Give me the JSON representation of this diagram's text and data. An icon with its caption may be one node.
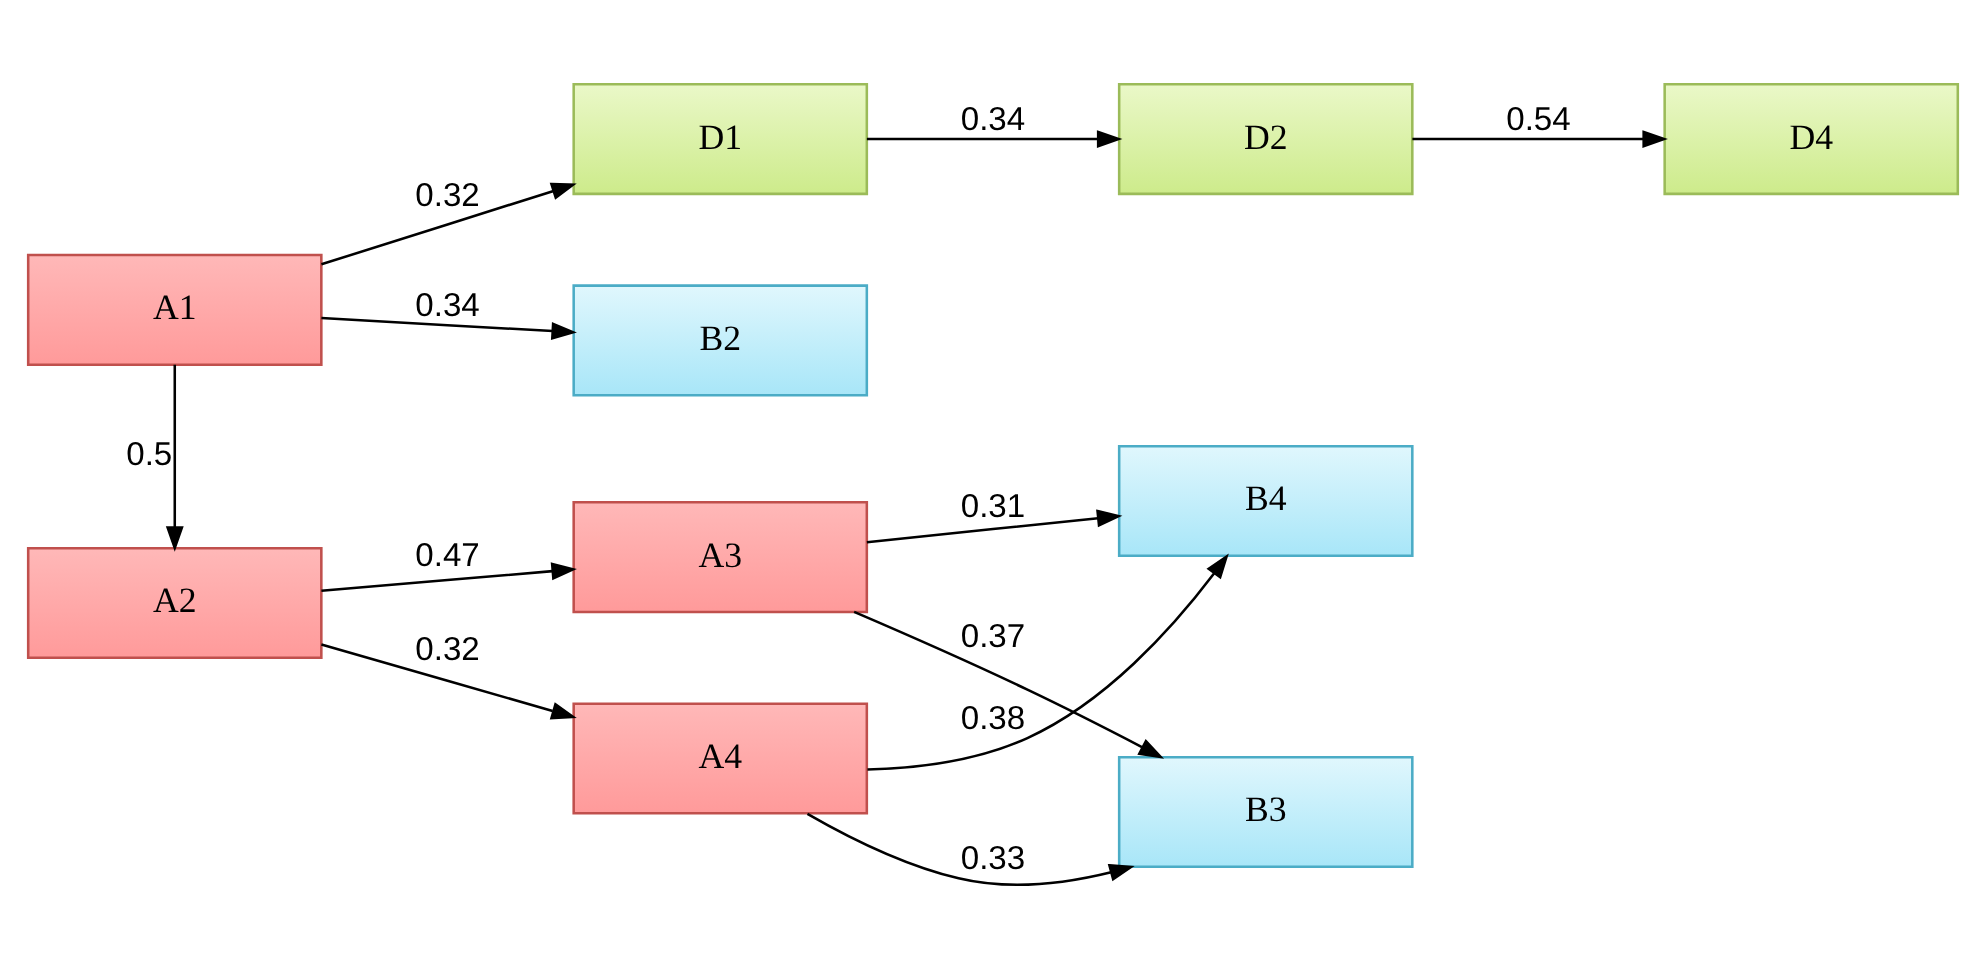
{
  "diagram": {
    "nodes": [
      {
        "text": [
          "A1"
        ]
      },
      {
        "text": [
          "D1"
        ]
      },
      {
        "text": [
          "D2"
        ]
      },
      {
        "text": [
          "D4"
        ]
      },
      {
        "text": [
          "B2"
        ]
      },
      {
        "text": [
          "B3"
        ]
      },
      {
        "text": [
          "A3"
        ]
      },
      {
        "text": [
          "A2"
        ]
      },
      {
        "text": [
          "A4"
        ]
      },
      {
        "text": [
          "B4"
        ]
      }
    ],
    "edges": [
      {
        "from": 0,
        "to": 1,
        "arrow": "to",
        "label": "0.32"
      },
      {
        "from": 1,
        "to": 2,
        "arrow": "to",
        "label": "0.34"
      },
      {
        "from": 2,
        "to": 3,
        "arrow": "to",
        "label": "0.54"
      },
      {
        "from": 0,
        "to": 4,
        "arrow": "to",
        "label": "0.34"
      },
      {
        "from": 0,
        "to": 7,
        "arrow": "to",
        "label": "0.5"
      },
      {
        "from": 7,
        "to": 6,
        "arrow": "to",
        "label": "0.47"
      },
      {
        "from": 6,
        "to": 5,
        "arrow": "to",
        "label": "0.37"
      },
      {
        "from": 6,
        "to": 9,
        "arrow": "to",
        "label": "0.31"
      },
      {
        "from": 8,
        "to": 5,
        "arrow": "to",
        "label": "0.33"
      },
      {
        "from": 7,
        "to": 8,
        "arrow": "to",
        "label": "0.32"
      },
      {
        "from": 8,
        "to": 9,
        "arrow": "to",
        "label": "0.38"
      }
    ]
  }
}
